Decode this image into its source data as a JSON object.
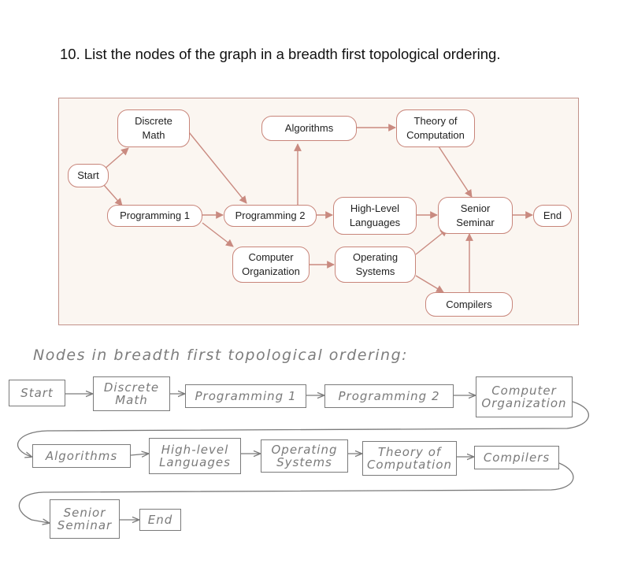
{
  "question": "10. List the nodes of the graph in a breadth first topological ordering.",
  "graph": {
    "nodes": {
      "start": [
        "Start"
      ],
      "discrete_math": [
        "Discrete",
        "Math"
      ],
      "algorithms": [
        "Algorithms"
      ],
      "theory_of_computation": [
        "Theory of",
        "Computation"
      ],
      "programming_1": [
        "Programming 1"
      ],
      "programming_2": [
        "Programming 2"
      ],
      "high_level_languages": [
        "High-Level",
        "Languages"
      ],
      "senior_seminar": [
        "Senior",
        "Seminar"
      ],
      "end": [
        "End"
      ],
      "computer_organization": [
        "Computer",
        "Organization"
      ],
      "operating_systems": [
        "Operating",
        "Systems"
      ],
      "compilers": [
        "Compilers"
      ]
    }
  },
  "answer": {
    "heading": "Nodes in breadth first topological ordering:",
    "sequence": [
      [
        "Start"
      ],
      [
        "Discrete",
        "Math"
      ],
      [
        "Programming 1"
      ],
      [
        "Programming 2"
      ],
      [
        "Computer",
        "Organization"
      ],
      [
        "Algorithms"
      ],
      [
        "High-level",
        "Languages"
      ],
      [
        "Operating",
        "Systems"
      ],
      [
        "Theory of",
        "Computation"
      ],
      [
        "Compilers"
      ],
      [
        "Senior",
        "Seminar"
      ],
      [
        "End"
      ]
    ]
  },
  "colors": {
    "panel_border": "#c2928a",
    "panel_fill": "#fbf6f1",
    "node_border": "#c8857a",
    "edge": "#c98a80",
    "pencil": "#7a7a7a"
  }
}
